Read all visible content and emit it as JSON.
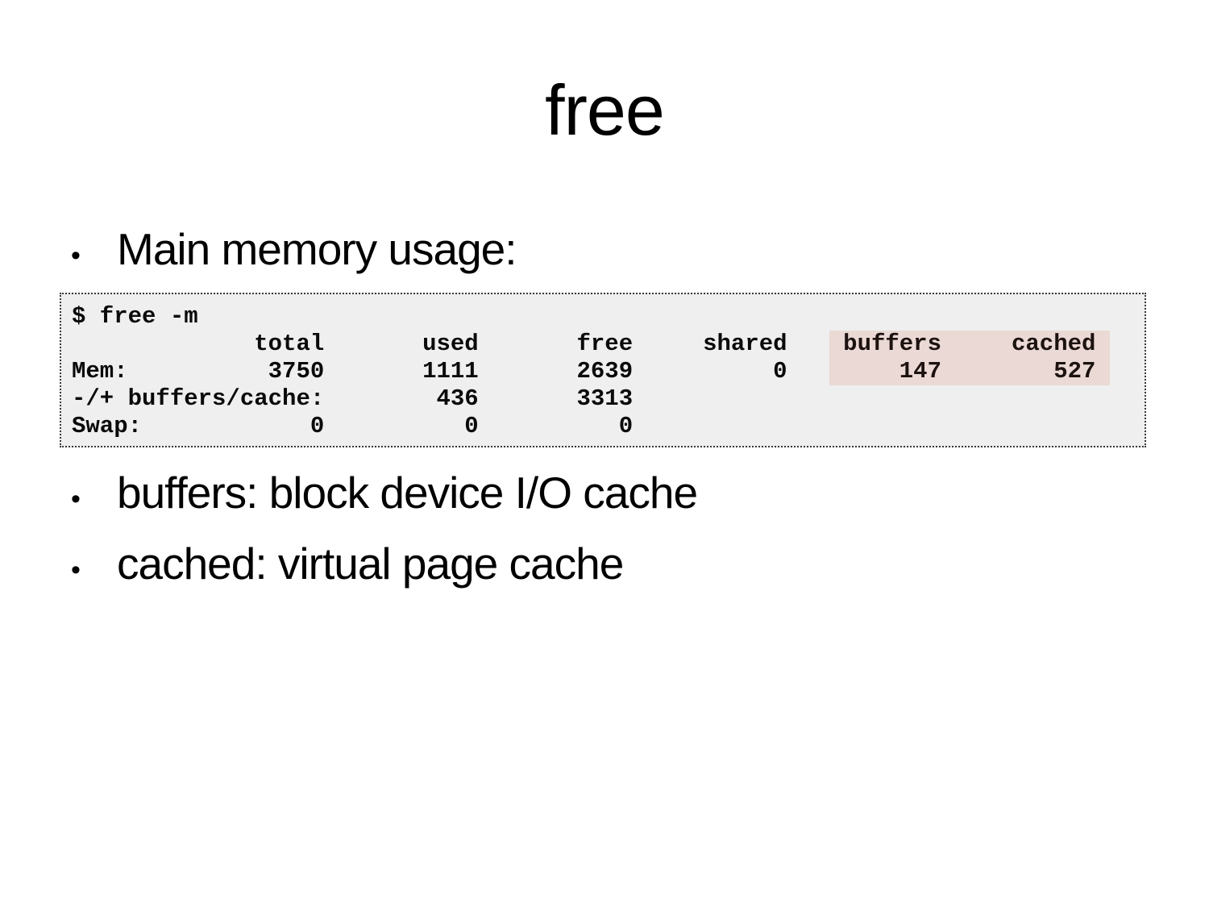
{
  "slide": {
    "title": "free"
  },
  "bullets": {
    "marker": "•",
    "main": "Main memory usage:",
    "buffers": "buffers: block device I/O cache",
    "cached": "cached: virtual page cache"
  },
  "console": {
    "command": "$ free -m",
    "header_plain": "             total       used       free     shared   ",
    "header_highlighted": " buffers     cached ",
    "mem_plain": "Mem:          3750       1111       2639          0   ",
    "mem_highlighted": "     147        527 ",
    "buffers_cache_line": "-/+ buffers/cache:        436       3313",
    "swap_line": "Swap:            0          0          0"
  },
  "memory_table": {
    "columns": [
      "total",
      "used",
      "free",
      "shared",
      "buffers",
      "cached"
    ],
    "rows": [
      {
        "label": "Mem:",
        "values": [
          3750,
          1111,
          2639,
          0,
          147,
          527
        ]
      },
      {
        "label": "-/+ buffers/cache:",
        "values": [
          436,
          3313
        ]
      },
      {
        "label": "Swap:",
        "values": [
          0,
          0,
          0
        ]
      }
    ],
    "highlighted_columns": [
      "buffers",
      "cached"
    ]
  },
  "colors": {
    "highlight": "#ead9d4",
    "console_background": "#efefef",
    "console_border": "#3a3a3a",
    "text": "#000000"
  }
}
